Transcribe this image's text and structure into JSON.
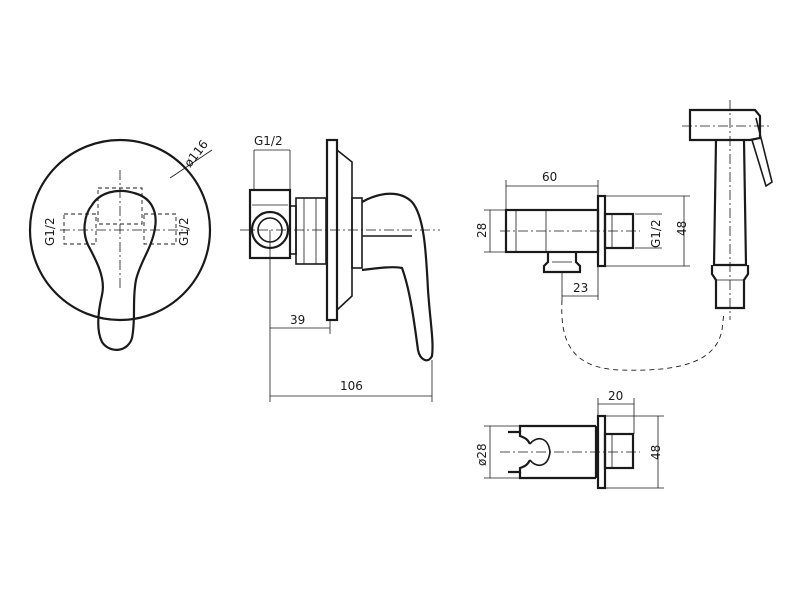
{
  "drawing": {
    "front_view": {
      "diameter_label": "ø116",
      "thread_left": "G1/2",
      "thread_right": "G1/2"
    },
    "side_view": {
      "thread_top": "G1/2",
      "depth_label": "39",
      "total_label": "106"
    },
    "outlet_view": {
      "width_label": "60",
      "height_label": "28",
      "thread_label": "G1/2",
      "overall_height_label": "48",
      "offset_label": "23"
    },
    "holder_view": {
      "width_label": "20",
      "diameter_label": "ø28",
      "height_label": "48"
    },
    "spray_view": {}
  }
}
